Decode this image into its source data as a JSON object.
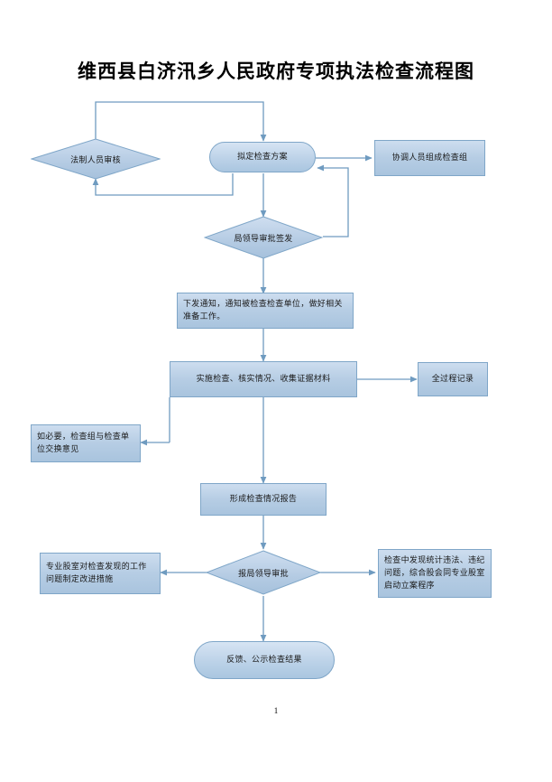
{
  "document": {
    "title": "维西县白济汛乡人民政府专项执法检查流程图",
    "page_number": "1"
  },
  "colors": {
    "shape_fill": "#b6cde4",
    "shape_border": "#7fa6c8",
    "connector": "#6f9bc0",
    "text": "#1a1a1a"
  },
  "flowchart": {
    "nodes": [
      {
        "id": "legal-review",
        "shape": "diamond",
        "label": "法制人员审核"
      },
      {
        "id": "draft-plan",
        "shape": "rounded-rect",
        "label": "拟定检查方案"
      },
      {
        "id": "coordinate-team",
        "shape": "rect",
        "label": "协调人员组成检查组"
      },
      {
        "id": "leader-approval-issue",
        "shape": "diamond",
        "label": "局领导审批签发"
      },
      {
        "id": "issue-notice",
        "shape": "rect",
        "label": "下发通知，通知被检查检查单位，做好相关准备工作。"
      },
      {
        "id": "conduct-inspection",
        "shape": "rect",
        "label": "实施检查、核实情况、收集证据材料"
      },
      {
        "id": "full-process-record",
        "shape": "rect",
        "label": "全过程记录"
      },
      {
        "id": "exchange-opinions",
        "shape": "rect",
        "label": "如必要，检查组与检查单位交换意见"
      },
      {
        "id": "form-report",
        "shape": "rect",
        "label": "形成检查情况报告"
      },
      {
        "id": "report-to-leader",
        "shape": "diamond",
        "label": "报局领导审批"
      },
      {
        "id": "improvement-measures",
        "shape": "rect",
        "label": "专业股室对检查发现的工作问题制定改进措施"
      },
      {
        "id": "case-filing",
        "shape": "rect",
        "label": "检查中发现统计违法、违纪问题，综合股会同专业股室启动立案程序"
      },
      {
        "id": "feedback-publish",
        "shape": "rounded-rect",
        "label": "反馈、公示检查结果"
      }
    ],
    "edges": [
      {
        "from": "legal-review",
        "to": "draft-plan",
        "type": "up-over-down"
      },
      {
        "from": "draft-plan",
        "to": "coordinate-team",
        "type": "right"
      },
      {
        "from": "draft-plan",
        "to": "legal-review",
        "type": "down-left-up"
      },
      {
        "from": "draft-plan",
        "to": "leader-approval-issue",
        "type": "down"
      },
      {
        "from": "leader-approval-issue",
        "to": "draft-plan",
        "type": "right-up-left"
      },
      {
        "from": "leader-approval-issue",
        "to": "issue-notice",
        "type": "down"
      },
      {
        "from": "issue-notice",
        "to": "conduct-inspection",
        "type": "down"
      },
      {
        "from": "conduct-inspection",
        "to": "full-process-record",
        "type": "right"
      },
      {
        "from": "conduct-inspection",
        "to": "exchange-opinions",
        "type": "left"
      },
      {
        "from": "conduct-inspection",
        "to": "form-report",
        "type": "down"
      },
      {
        "from": "form-report",
        "to": "report-to-leader",
        "type": "down"
      },
      {
        "from": "report-to-leader",
        "to": "improvement-measures",
        "type": "left"
      },
      {
        "from": "report-to-leader",
        "to": "case-filing",
        "type": "right"
      },
      {
        "from": "report-to-leader",
        "to": "feedback-publish",
        "type": "down"
      }
    ]
  }
}
